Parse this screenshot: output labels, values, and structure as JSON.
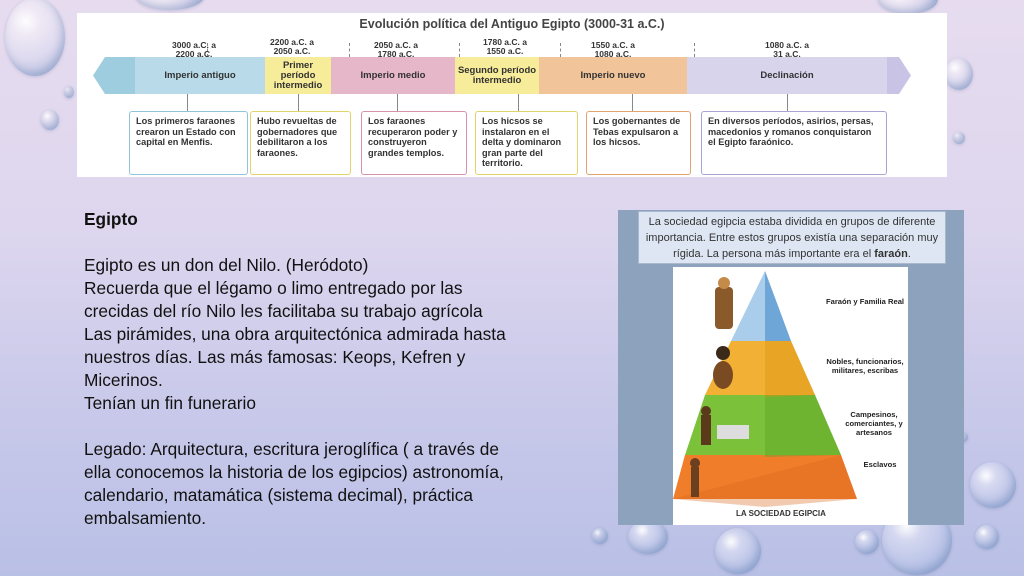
{
  "timeline": {
    "title": "Evolución política del Antiguo Egipto (3000-31 a.C.)",
    "periods": [
      {
        "date_line1": "3000 a.C. a",
        "date_line2": "2200 a.C.",
        "name": "Imperio antiguo",
        "description": "Los primeros faraones crearon un Estado con capital en Menfis.",
        "color": "#b9dbe9"
      },
      {
        "date_line1": "2200 a.C. a",
        "date_line2": "2050 a.C.",
        "name": "Primer período intermedio",
        "description": "Hubo revueltas de gobernadores que debilitaron a los faraones.",
        "color": "#f7ec9a"
      },
      {
        "date_line1": "2050 a.C. a",
        "date_line2": "1780 a.C.",
        "name": "Imperio medio",
        "description": "Los faraones recuperaron poder y construyeron grandes templos.",
        "color": "#e6b6c9"
      },
      {
        "date_line1": "1780 a.C. a",
        "date_line2": "1550 a.C.",
        "name": "Segundo período intermedio",
        "description": "Los hicsos se instalaron en el delta y dominaron gran parte del territorio.",
        "color": "#f7ec9a"
      },
      {
        "date_line1": "1550 a.C. a",
        "date_line2": "1080 a.C.",
        "name": "Imperio nuevo",
        "description": "Los gobernantes de Tebas expulsaron a los hicsos.",
        "color": "#f1c49a"
      },
      {
        "date_line1": "1080 a.C. a",
        "date_line2": "31 a.C.",
        "name": "Declinación",
        "description": "En diversos períodos, asirios, persas, macedonios y romanos conquistaron el Egipto faraónico.",
        "color": "#d8d4ec"
      }
    ]
  },
  "text": {
    "heading": "Egipto",
    "p1": "Egipto es un don del Nilo. (Heródoto)",
    "p2": "Recuerda que el légamo o limo entregado por las crecidas del río Nilo les facilitaba su trabajo agrícola",
    "p3": "Las pirámides, una obra arquitectónica admirada hasta nuestros días. Las más famosas: Keops, Kefren y Micerinos.",
    "p4": "Tenían un fin funerario",
    "p5": "Legado: Arquitectura, escritura jeroglífica ( a través de ella conocemos la historia de los egipcios) astronomía, calendario, matamática (sistema decimal), práctica embalsamiento."
  },
  "pyramid": {
    "note_before": "La sociedad egipcia estaba dividida en grupos de diferente importancia. Entre estos grupos existía una separación muy rígida. La persona más importante era el ",
    "note_bold": "faraón",
    "note_after": ".",
    "levels": [
      {
        "label": "Faraón y Familia Real",
        "color": "#6fa6d8"
      },
      {
        "label": "Nobles, funcionarios, militares, escribas",
        "color": "#f2b134"
      },
      {
        "label": "Campesinos, comerciantes, y artesanos",
        "color": "#7cc13a"
      },
      {
        "label": "Esclavos",
        "color": "#f07d2a"
      }
    ],
    "footer": "LA SOCIEDAD EGIPCIA"
  }
}
